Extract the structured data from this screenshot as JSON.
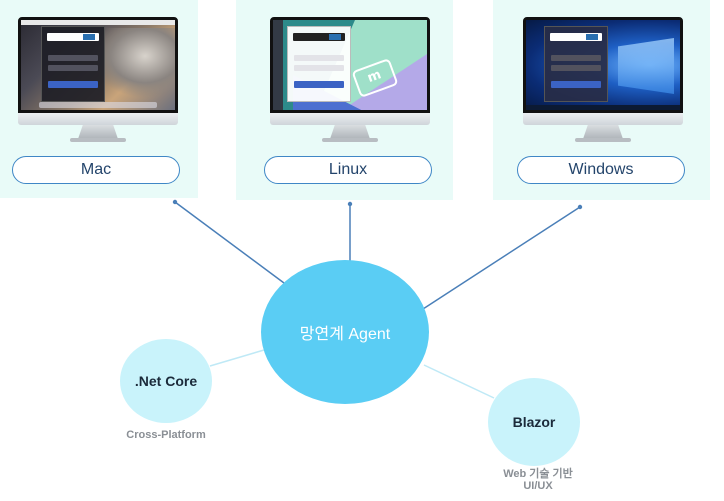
{
  "platforms": [
    {
      "label": "Mac"
    },
    {
      "label": "Linux"
    },
    {
      "label": "Windows"
    }
  ],
  "center": {
    "label": "망연계 Agent"
  },
  "netcore": {
    "label": ".Net Core",
    "caption": "Cross-Platform"
  },
  "blazor": {
    "label": "Blazor",
    "caption_line1": "Web 기술 기반",
    "caption_line2": "UI/UX"
  },
  "colors": {
    "panel_bg": "#e9fbf8",
    "center_node": "#5acdf4",
    "side_node": "#c9f3fb",
    "connector_strong": "#4a7fb8",
    "connector_light": "#bfe9f6",
    "label_border": "#3f87c6"
  },
  "icons": [
    "mac-monitor-icon",
    "linux-monitor-icon",
    "windows-monitor-icon",
    "securegate-logo-icon",
    "mint-logo-icon"
  ]
}
